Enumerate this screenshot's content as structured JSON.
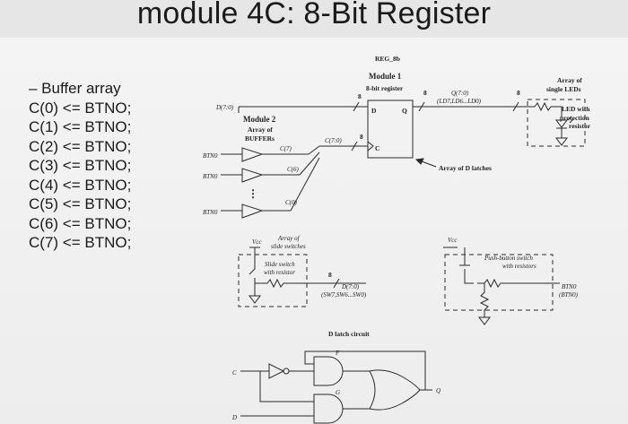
{
  "title": "module 4C: 8-Bit Register",
  "assignments": {
    "header": "– Buffer array",
    "lines": [
      "C(0) <= BTNO;",
      "C(1) <= BTNO;",
      "C(2) <= BTNO;",
      "C(3) <= BTNO;",
      "C(4) <= BTNO;",
      "C(5) <= BTNO;",
      "C(6) <= BTNO;",
      "C(7) <= BTNO;"
    ]
  },
  "diagram": {
    "reg": {
      "name": "REG_8b",
      "module": "Module 1",
      "desc": "8-bit register",
      "d_pin": "D",
      "q_pin": "Q",
      "c_pin": "C",
      "width_in": "8",
      "width_clk": "8"
    },
    "q_bus": {
      "line1": "Q(7:0)",
      "line2": "(LD7,LD6...LD0)",
      "width": "8"
    },
    "leds": {
      "title1": "Array of",
      "title2": "single LEDs",
      "note1": "LED with",
      "note2": "protection",
      "note3": "resistor"
    },
    "d_bus": "D(7:0)",
    "buffers": {
      "module": "Module 2",
      "desc1": "Array of",
      "desc2": "BUFFERs",
      "c7": "C(7)",
      "c6": "C(6)",
      "c0": "C(0)",
      "bus": "C(7:0)",
      "in": [
        "BTN0",
        "BTN0",
        "BTN0"
      ],
      "dots": "⋮"
    },
    "dlatch_note": "Array of D latches",
    "switches": {
      "title1": "Array of",
      "title2": "slide switches",
      "note1": "Slide switch",
      "note2": "with resistor",
      "width": "8",
      "bus1": "D(7:0)",
      "bus2": "(SW7,SW6...SW0)",
      "vcc": "Vcc"
    },
    "pushbutton": {
      "note1": "Push-button switch",
      "note2": "with resistors",
      "out1": "BTN0",
      "out2": "(BTN0)",
      "vcc": "Vcc"
    },
    "latch": {
      "title": "D latch circuit",
      "c_in": "C",
      "d_in": "D",
      "f_lbl": "F",
      "g_lbl": "G",
      "q_out": "Q"
    }
  },
  "colors": {
    "line": "#2a2a2a",
    "text": "#1a1a1a"
  }
}
